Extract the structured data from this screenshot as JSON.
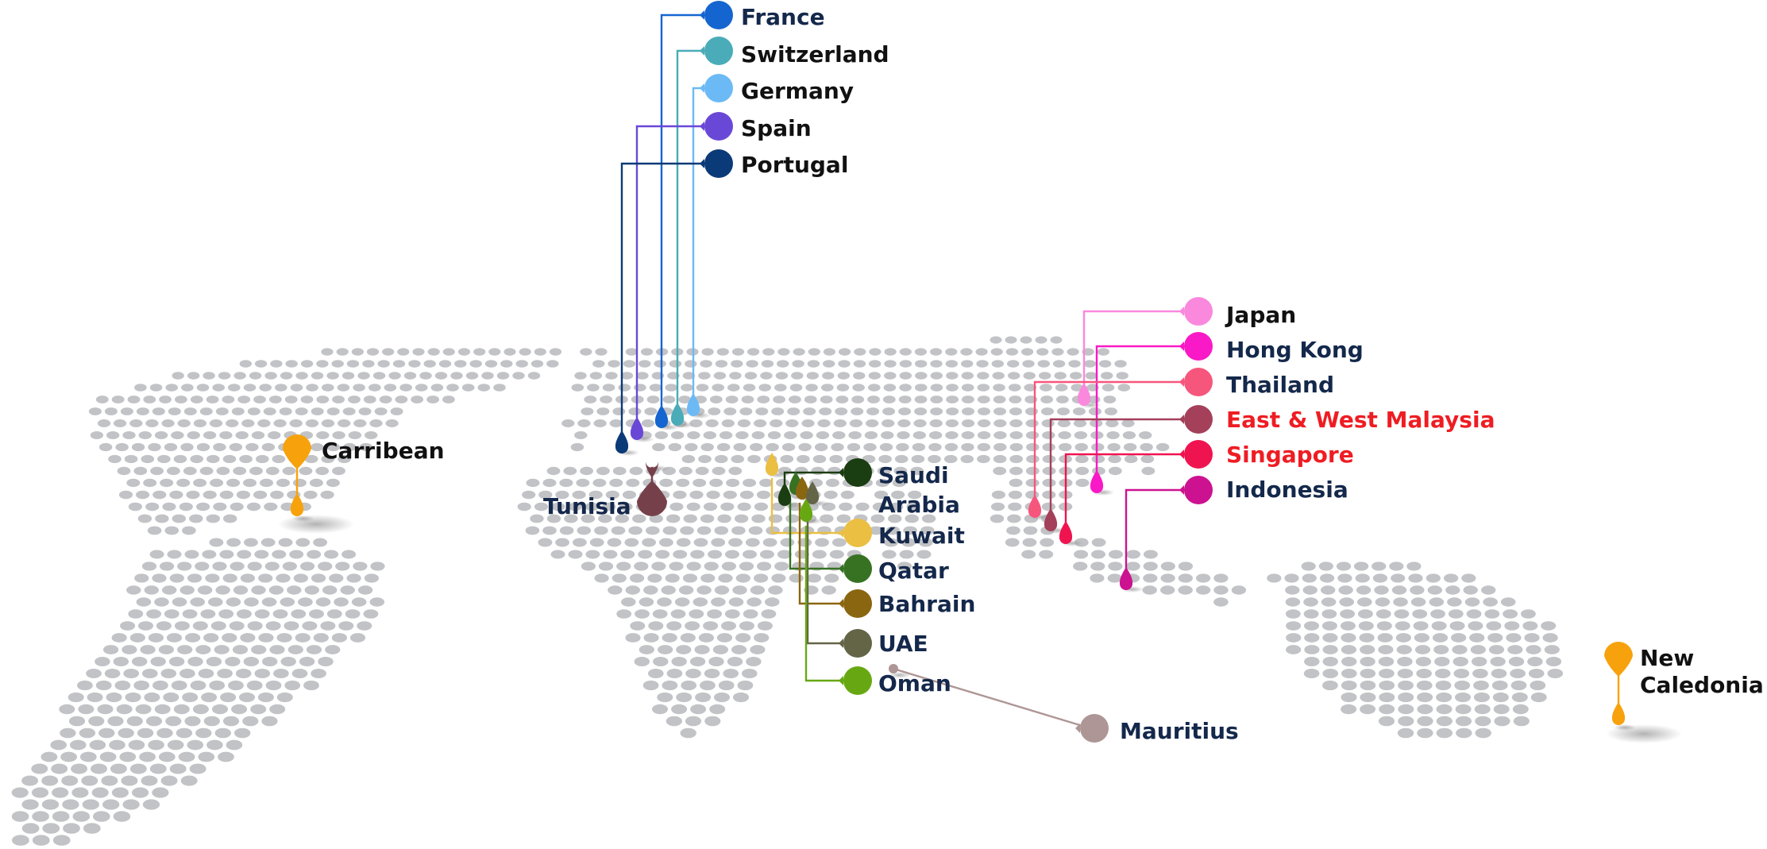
{
  "map": {
    "colors": {
      "land_dot": "#c2c3c6",
      "label_dark": "#14284b",
      "label_black": "#111111",
      "label_red": "#ee1d23"
    },
    "locations": [
      {
        "id": "france",
        "label": "France",
        "color": "#1565d0",
        "label_color": "#14284b"
      },
      {
        "id": "switzerland",
        "label": "Switzerland",
        "color": "#4aacb8",
        "label_color": "#111111"
      },
      {
        "id": "germany",
        "label": "Germany",
        "color": "#6cbaf5",
        "label_color": "#111111"
      },
      {
        "id": "spain",
        "label": "Spain",
        "color": "#6a48d7",
        "label_color": "#111111"
      },
      {
        "id": "portugal",
        "label": "Portugal",
        "color": "#0b3a78",
        "label_color": "#111111"
      },
      {
        "id": "tunisia",
        "label": "Tunisia",
        "color": "#76404b",
        "label_color": "#14284b"
      },
      {
        "id": "carribean",
        "label": "Carribean",
        "color": "#f7a20c",
        "label_color": "#111111"
      },
      {
        "id": "saudi-arabia",
        "label_lines": [
          "Saudi",
          "Arabia"
        ],
        "color": "#1b3d12",
        "label_color": "#14284b"
      },
      {
        "id": "kuwait",
        "label": "Kuwait",
        "color": "#eabf42",
        "label_color": "#14284b"
      },
      {
        "id": "qatar",
        "label": "Qatar",
        "color": "#377222",
        "label_color": "#14284b"
      },
      {
        "id": "bahrain",
        "label": "Bahrain",
        "color": "#8b6610",
        "label_color": "#14284b"
      },
      {
        "id": "uae",
        "label": "UAE",
        "color": "#646447",
        "label_color": "#14284b"
      },
      {
        "id": "oman",
        "label": "Oman",
        "color": "#67a812",
        "label_color": "#14284b"
      },
      {
        "id": "mauritius",
        "label": "Mauritius",
        "color": "#ad9695",
        "label_color": "#14284b"
      },
      {
        "id": "japan",
        "label": "Japan",
        "color": "#fa88dd",
        "label_color": "#111111"
      },
      {
        "id": "hong-kong",
        "label": "Hong Kong",
        "color": "#fa19c6",
        "label_color": "#14284b"
      },
      {
        "id": "thailand",
        "label": "Thailand",
        "color": "#f7567c",
        "label_color": "#14284b"
      },
      {
        "id": "east-west-malaysia",
        "label": "East & West Malaysia",
        "color": "#a4405a",
        "label_color": "#ee1d23"
      },
      {
        "id": "singapore",
        "label": "Singapore",
        "color": "#ef1450",
        "label_color": "#ee1d23"
      },
      {
        "id": "indonesia",
        "label": "Indonesia",
        "color": "#cc1290",
        "label_color": "#14284b"
      },
      {
        "id": "new-caledonia",
        "label_lines": [
          "New",
          "Caledonia"
        ],
        "color": "#f7a20c",
        "label_color": "#111111"
      }
    ]
  }
}
